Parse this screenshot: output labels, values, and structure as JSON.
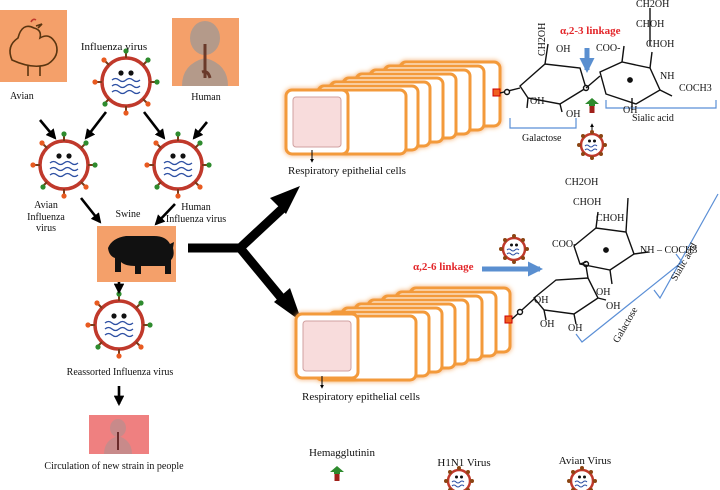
{
  "labels": {
    "avian": "Avian",
    "influenza_virus": "Influenza virus",
    "human": "Human",
    "avian_influenza_virus": [
      "Avian",
      "Influenza",
      "virus"
    ],
    "human_influenza_virus": [
      "Human",
      "Influenza virus"
    ],
    "swine": "Swine",
    "reassorted": "Reassorted  Influenza virus",
    "circulation": "Circulation of new strain in people",
    "resp_cells_top": "Respiratory epithelial cells",
    "resp_cells_bottom": "Respiratory epithelial cells",
    "alpha23": "α,2-3 linkage",
    "alpha26": "α,2-6 linkage",
    "galactose_top": "Galactose",
    "sialic_top": "Sialic acid",
    "galactose_bottom": "Galactose",
    "sialic_bottom": "Sialic acid",
    "legend_ha": "Hemagglutinin",
    "legend_h1n1": "H1N1 Virus",
    "legend_avian": "Avian Virus"
  },
  "chem_top": {
    "ch2oh_vert": "CH2OH",
    "oh1": "OH",
    "oh2": "OH",
    "oh3": "OH",
    "oh4": "OH",
    "coo": "COO-",
    "nh": "NH",
    "coch3": "COCH3",
    "chain": [
      "CH2OH",
      "CHOH",
      "CHOH"
    ]
  },
  "chem_bottom": {
    "chain": [
      "CH2OH",
      "CHOH",
      "CHOH"
    ],
    "coo": "COO-",
    "nh_coch3": "NH – COCH3",
    "oh": [
      "OH",
      "OH",
      "OH",
      "OH",
      "OH"
    ]
  },
  "colors": {
    "arrow": "#000000",
    "link_arrow": "#5a8fd0",
    "brace": "#5b8fd6",
    "linkage_text": "#e3262a",
    "tile_bg": "#f4a06a",
    "cell_glow": "#f39a3a"
  }
}
